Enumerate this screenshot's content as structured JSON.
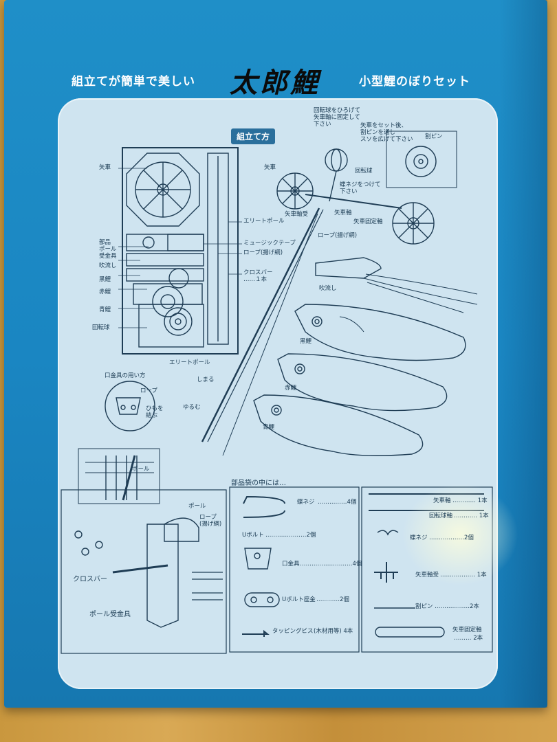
{
  "header": {
    "tagline_left": "組立てが簡単で美しい",
    "brand": "太郎鯉",
    "tagline_right": "小型鯉のぼりセット"
  },
  "instructions": {
    "title": "組立て方",
    "kit_labels": {
      "yaguruma": "矢車",
      "buhin": "部品",
      "pole_uke": "ポール\n受金具",
      "fukinagashi": "吹流し",
      "kurogoi": "黒鯉",
      "akagoi": "赤鯉",
      "aogoi": "青鯉",
      "kaitenkyu": "回転球",
      "elite_pole": "エリートポール",
      "music_tape": "ミュージックテープ",
      "rope": "ロープ(揚げ綱)",
      "crossbar": "クロスバー\n……１本"
    },
    "assembly_labels": {
      "kaiten_note": "回転球をひろげて\n矢車軸に固定して\n下さい",
      "yaguruma_set_note": "矢車をセット後、\n割ピンを通し\nスソを広げて下さい",
      "warupin": "割ピン",
      "yaguruma": "矢車",
      "kaitenkyu": "回転球",
      "chou_neji_note": "蝶ネジをつけて\n下さい",
      "yaguruma_jiku": "矢車軸",
      "yaguruma_jikuuke": "矢車軸受",
      "yaguruma_koteijiku": "矢車固定軸",
      "rope": "ロープ(揚げ綱)",
      "fukinagashi": "吹流し",
      "kurogoi": "黒鯉",
      "akagoi": "赤鯉",
      "aogoi": "青鯉",
      "elite_pole": "エリートポール",
      "shimaru": "しまる",
      "yurumu": "ゆるむ"
    },
    "kuchigane": {
      "title": "口金具の用い方",
      "rope": "ロープ",
      "himo": "ひもを\n結ぶ"
    },
    "mount": {
      "pole_top": "ポール",
      "pole": "ポール",
      "rope": "ロープ\n(揚げ綱)",
      "crossbar": "クロスバー",
      "pole_ukekanagu": "ポール受金具"
    }
  },
  "parts_bag": {
    "title": "部品袋の中には…",
    "left": [
      {
        "name": "蝶ネジ",
        "qty": "……………4個"
      },
      {
        "name": "Uボルト",
        "qty": "…………………2個"
      },
      {
        "name": "口金具",
        "qty": "………………………4個"
      },
      {
        "name": "Uボルト座金",
        "qty": "…………2個"
      },
      {
        "name": "タッピングビス",
        "qty": "(木材用等) 4本"
      }
    ],
    "right": [
      {
        "name": "矢車軸",
        "qty": "………… 1本"
      },
      {
        "name": "回転球軸",
        "qty": "………… 1本"
      },
      {
        "name": "蝶ネジ",
        "qty": "………………2個"
      },
      {
        "name": "矢車軸受",
        "qty": "……………… 1本"
      },
      {
        "name": "割ピン",
        "qty": "………………2本"
      },
      {
        "name": "矢車固定軸",
        "qty": "……… 2本"
      }
    ]
  },
  "colors": {
    "box_blue": "#1a86c2",
    "panel_bg": "#cfe4f0",
    "line_ink": "#1f3d55"
  }
}
